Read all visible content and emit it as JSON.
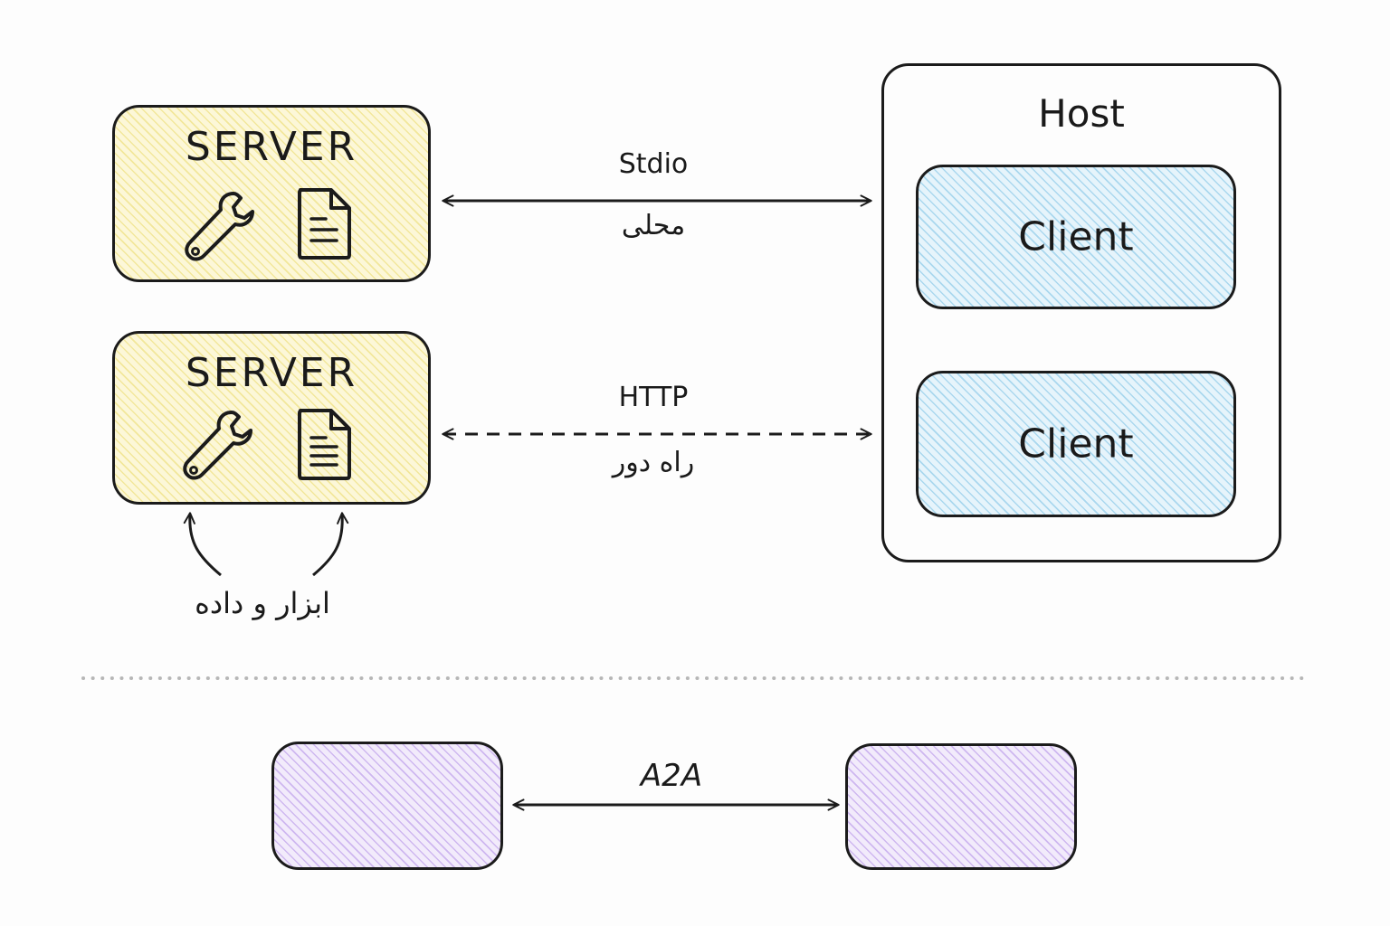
{
  "servers": [
    {
      "title": "SERVER",
      "icons": [
        "wrench-icon",
        "document-icon"
      ]
    },
    {
      "title": "SERVER",
      "icons": [
        "wrench-icon",
        "document-icon"
      ]
    }
  ],
  "host": {
    "title": "Host",
    "clients": [
      "Client",
      "Client"
    ]
  },
  "connections": {
    "local": {
      "protocol": "Stdio",
      "caption": "محلی",
      "line": "solid"
    },
    "remote": {
      "protocol": "HTTP",
      "caption": "راه دور",
      "line": "dashed"
    }
  },
  "server_annotation": "ابزار و داده",
  "agent_link": {
    "label": "A2A"
  },
  "colors": {
    "server_fill": "#fcf7d8",
    "client_fill": "#e6f4fb",
    "agent_fill": "#f2ebfb",
    "stroke": "#1b1b1b"
  }
}
